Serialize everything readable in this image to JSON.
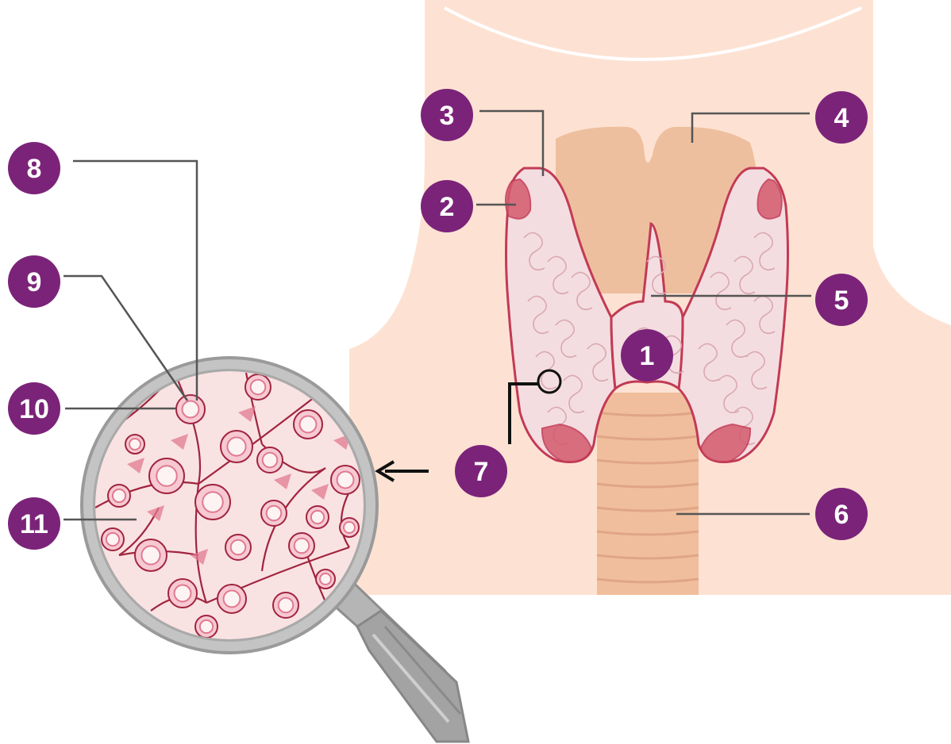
{
  "labels": [
    "1",
    "2",
    "3",
    "4",
    "5",
    "6",
    "7",
    "8",
    "9",
    "10",
    "11"
  ],
  "colors": {
    "skin": "#fde2d3",
    "skin_edge": "#f8cdb8",
    "larynx": "#eebf9e",
    "gland_fill": "#f4dde0",
    "gland_outline": "#c23a55",
    "parathyroid": "#d45a6e",
    "trachea": "#f0be9c",
    "trachea_ring_line": "#e0a585",
    "badge": "#7b2379",
    "leader_line": "#555555",
    "lens_rim": "#a9a9a9",
    "lens_fill": "#f9e2e2",
    "cell_line": "#a0243e",
    "follicle_ring": "#e07a90",
    "handle": "#b5b5b5"
  },
  "icons": [
    "magnifying-glass-icon",
    "arrow-left-icon"
  ]
}
